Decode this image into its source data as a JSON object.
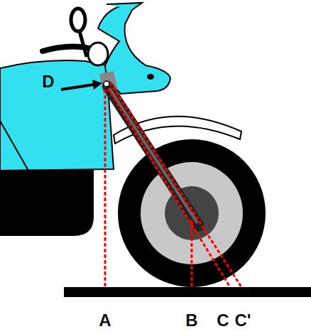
{
  "diagram": {
    "labels": [
      "D",
      "A",
      "B",
      "C",
      "C'"
    ]
  }
}
